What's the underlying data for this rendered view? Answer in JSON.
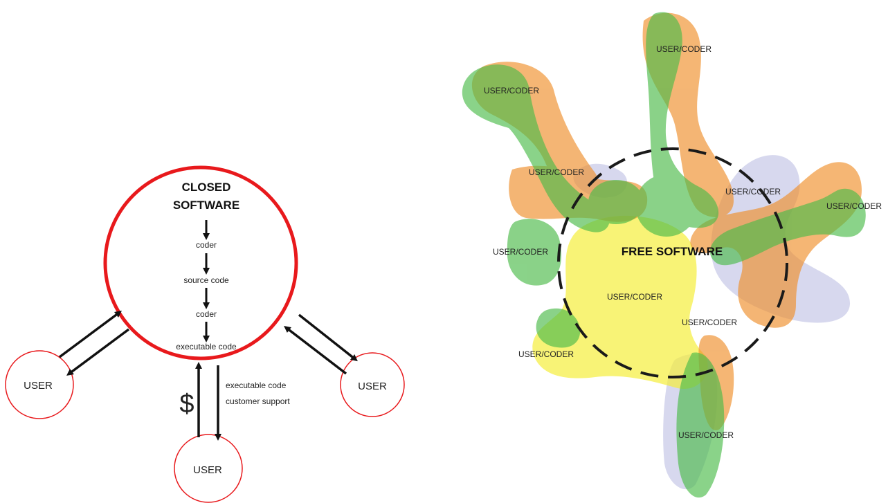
{
  "closed": {
    "title_line1": "CLOSED",
    "title_line2": "SOFTWARE",
    "flow": [
      "coder",
      "source code",
      "coder",
      "executable code"
    ],
    "users": [
      "USER",
      "USER",
      "USER"
    ],
    "payment_symbol": "$",
    "deliverables": [
      "executable code",
      "customer support"
    ],
    "circle_color": "#e8191c"
  },
  "free": {
    "title": "FREE SOFTWARE",
    "nodes": [
      "USER/CODER",
      "USER/CODER",
      "USER/CODER",
      "USER/CODER",
      "USER/CODER",
      "USER/CODER",
      "USER/CODER",
      "USER/CODER",
      "USER/CODER",
      "USER/CODER"
    ],
    "blob_colors": {
      "green": "#4cbb4a",
      "orange": "#ef8f2a",
      "yellow": "#f5ee3c",
      "lavender": "#b7b8e0"
    }
  }
}
